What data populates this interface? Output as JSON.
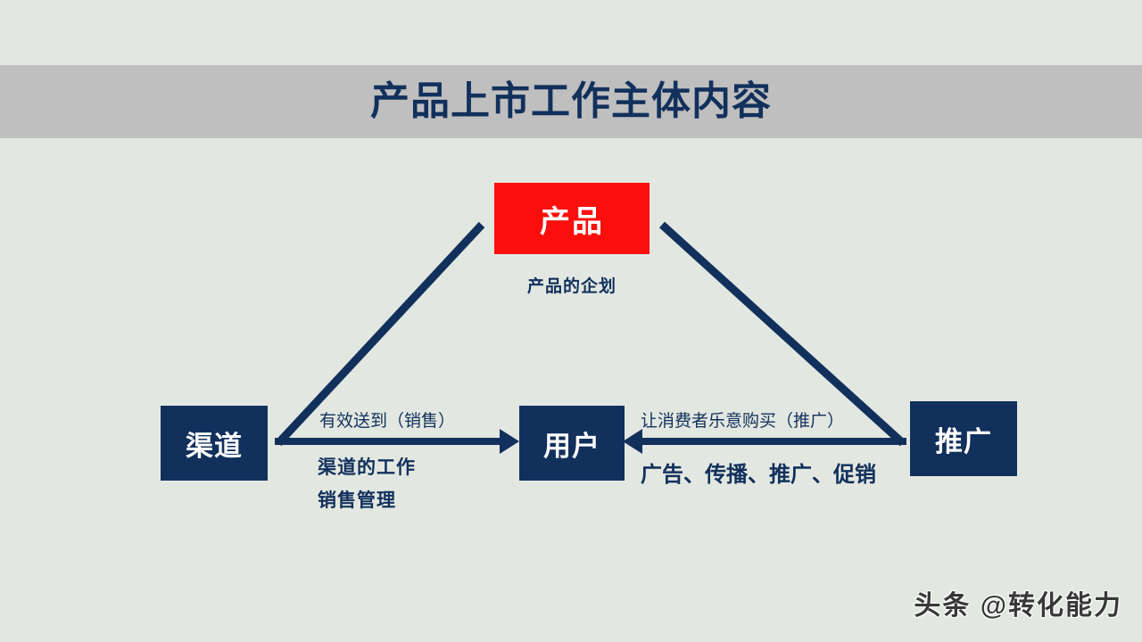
{
  "header": {
    "title": "产品上市工作主体内容",
    "band_color": "#bfbfbf",
    "title_color": "#12305c"
  },
  "canvas": {
    "background_color": "#e2e8e1"
  },
  "diagram": {
    "type": "triangle-relationship",
    "line_color": "#12305c",
    "nodes": [
      {
        "id": "product",
        "label": "产品",
        "color": "#fa0f0c",
        "text_color": "#ffffff",
        "caption": "产品的企划"
      },
      {
        "id": "channel",
        "label": "渠道",
        "color": "#12305c",
        "text_color": "#ffffff"
      },
      {
        "id": "user",
        "label": "用户",
        "color": "#12305c",
        "text_color": "#ffffff"
      },
      {
        "id": "promotion",
        "label": "推广",
        "color": "#12305c",
        "text_color": "#ffffff"
      }
    ],
    "arrows": [
      {
        "id": "channel-to-user",
        "from": "渠道",
        "to": "用户",
        "label_above": "有效送到（销售）",
        "labels_below": [
          "渠道的工作",
          "销售管理"
        ]
      },
      {
        "id": "promotion-to-user",
        "from": "推广",
        "to": "用户",
        "label_above": "让消费者乐意购买（推广）",
        "labels_below": [
          "广告、传播、推广、促销"
        ]
      }
    ],
    "connectors": [
      {
        "id": "channel-to-product",
        "from": "渠道",
        "to": "产品"
      },
      {
        "id": "product-to-promotion",
        "from": "产品",
        "to": "推广"
      }
    ]
  },
  "watermark": {
    "text": "头条 @转化能力"
  }
}
